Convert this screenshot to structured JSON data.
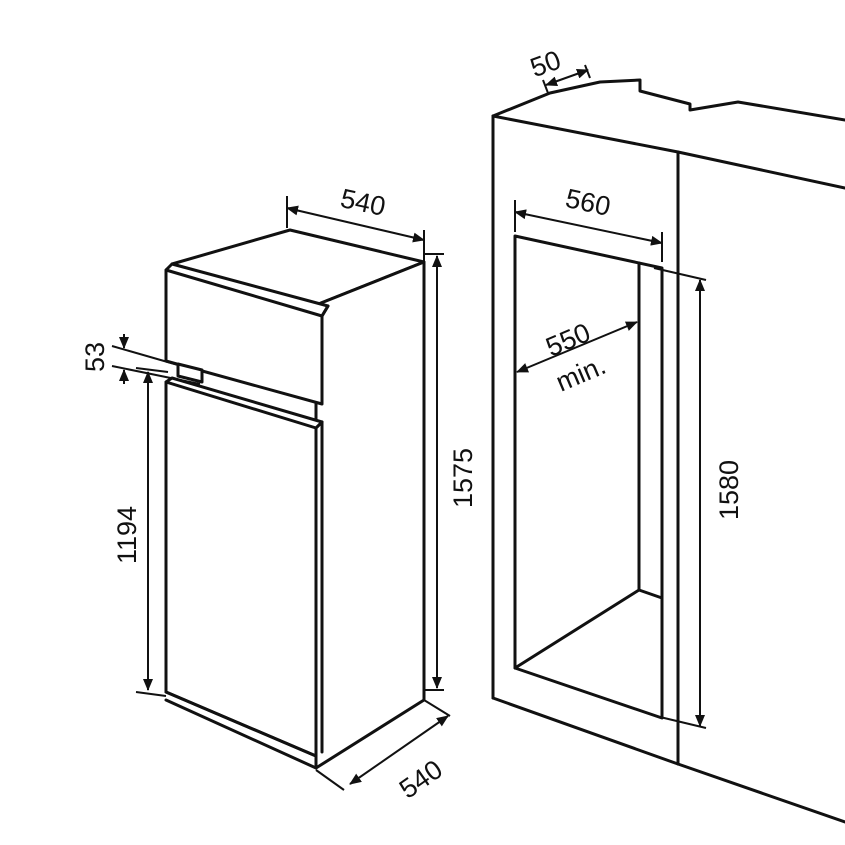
{
  "appliance": {
    "top_width": "540",
    "total_height": "1575",
    "depth": "540",
    "freezer_door_gap": "53",
    "fridge_door_height": "1194"
  },
  "niche": {
    "top_offset": "50",
    "inner_width": "560",
    "inner_depth": "550",
    "inner_depth_note": "min.",
    "inner_height": "1580"
  },
  "colors": {
    "line": "#111111",
    "background": "#ffffff"
  }
}
